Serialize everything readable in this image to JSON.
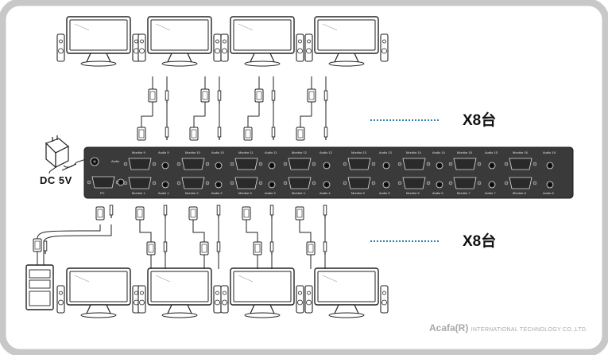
{
  "power": {
    "label": "DC 5V"
  },
  "counts": {
    "top": "X8台",
    "bottom": "X8台"
  },
  "brand": {
    "name": "Acafa(R)",
    "subtitle": "INTERNATIONAL TECHNOLOGY CO.,LTD."
  },
  "panel": {
    "top_row": [
      "Monitor 9",
      "Audio 9",
      "Monitor 10",
      "Audio 10",
      "Monitor 11",
      "Audio 11",
      "Monitor 12",
      "Audio 12",
      "Monitor 13",
      "Audio 13",
      "Monitor 14",
      "Audio 14",
      "Monitor 15",
      "Audio 15",
      "Monitor 16",
      "Audio 16"
    ],
    "bottom_row": [
      "Monitor 1",
      "Audio 1",
      "Monitor 2",
      "Audio 2",
      "Monitor 3",
      "Audio 3",
      "Monitor 4",
      "Audio 4",
      "Monitor 5",
      "Audio 5",
      "Monitor 6",
      "Audio 6",
      "Monitor 7",
      "Audio 7",
      "Monitor 8",
      "Audio 8"
    ],
    "input_label": "PC",
    "input_audio": "Audio"
  },
  "colors": {
    "frame": "#c8c8c8",
    "panel": "#3a3a3a",
    "dash": "#2f7fb0",
    "device_line": "#222222"
  }
}
